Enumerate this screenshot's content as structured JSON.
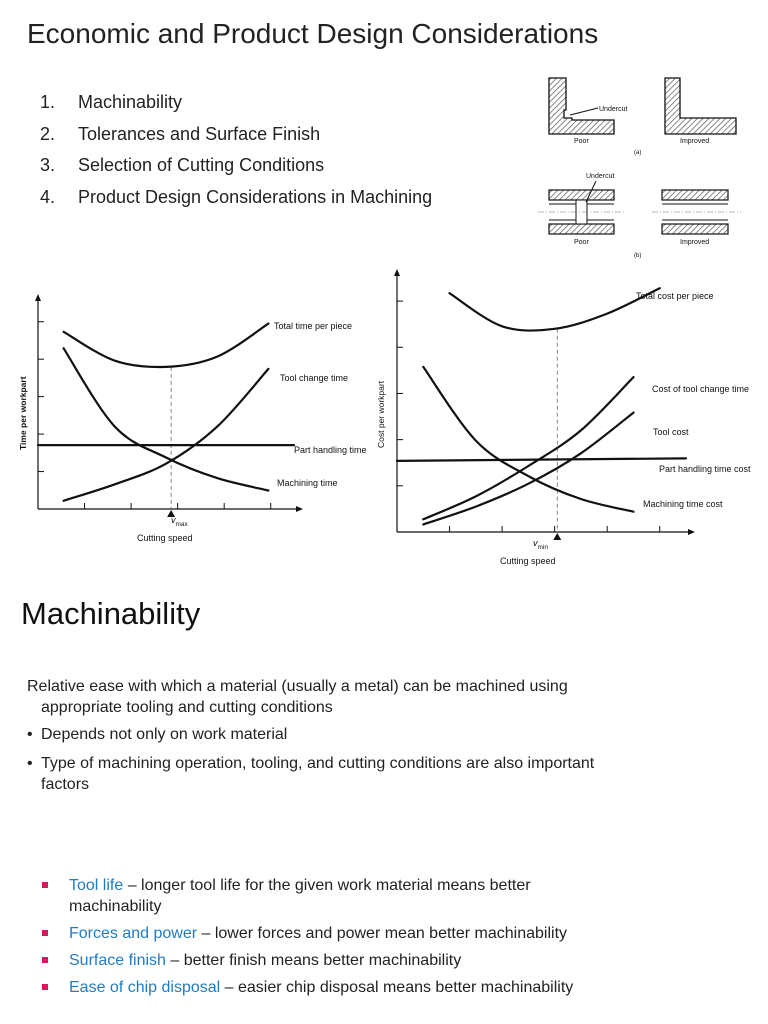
{
  "title": "Economic and Product Design Considerations",
  "topics": [
    {
      "num": "1.",
      "text": "Machinability"
    },
    {
      "num": "2.",
      "text": "Tolerances and Surface Finish"
    },
    {
      "num": "3.",
      "text": "Selection of Cutting Conditions"
    },
    {
      "num": "4.",
      "text": "Product Design Considerations in Machining"
    }
  ],
  "design_figure": {
    "undercut_label": "Undercut",
    "poor_label": "Poor",
    "improved_label": "Improved",
    "part_a_label": "(a)",
    "part_b_label": "(b)"
  },
  "chart_data": [
    {
      "type": "line",
      "ylabel": "Time per workpart",
      "xlabel": "Cutting speed",
      "optimum_label_main": "v",
      "optimum_label_sub": "max",
      "series": [
        {
          "name": "Total time per piece",
          "x": [
            1,
            3,
            5,
            7,
            9
          ],
          "y": [
            8.6,
            7.2,
            6.9,
            7.4,
            9.0
          ]
        },
        {
          "name": "Tool change time",
          "x": [
            1,
            3,
            5,
            7,
            9
          ],
          "y": [
            0.4,
            1.2,
            2.2,
            4.0,
            6.8
          ]
        },
        {
          "name": "Part handling time",
          "x": [
            0,
            10
          ],
          "y": [
            3.1,
            3.1
          ]
        },
        {
          "name": "Machining time",
          "x": [
            1,
            3,
            5,
            7,
            9
          ],
          "y": [
            7.8,
            4.0,
            2.5,
            1.5,
            0.9
          ]
        }
      ]
    },
    {
      "type": "line",
      "ylabel": "Cost per workpart",
      "xlabel": "Cutting speed",
      "optimum_label_main": "v",
      "optimum_label_sub": "min",
      "series": [
        {
          "name": "Total cost per piece",
          "x": [
            2,
            4,
            6,
            8,
            10
          ],
          "y": [
            9.4,
            8.1,
            8.0,
            8.6,
            9.6
          ]
        },
        {
          "name": "Cost of tool change time",
          "x": [
            1,
            3,
            5,
            7,
            9
          ],
          "y": [
            0.5,
            1.4,
            2.6,
            4.0,
            6.1
          ]
        },
        {
          "name": "Tool cost",
          "x": [
            1,
            3,
            5,
            7,
            9
          ],
          "y": [
            0.3,
            1.0,
            1.9,
            3.1,
            4.7
          ]
        },
        {
          "name": "Part handling time cost",
          "x": [
            0,
            11
          ],
          "y": [
            2.8,
            2.9
          ]
        },
        {
          "name": "Machining time cost",
          "x": [
            1,
            3,
            5,
            7,
            9
          ],
          "y": [
            6.5,
            3.6,
            2.2,
            1.3,
            0.8
          ]
        }
      ]
    }
  ],
  "section": {
    "title": "Machinability",
    "definition_line1": "Relative ease with which a material (usually a metal) can be machined using",
    "definition_line2": "appropriate tooling and cutting conditions",
    "bullets": [
      {
        "line1": "Depends not only on work material",
        "line2": ""
      },
      {
        "line1": "Type of machining operation, tooling, and cutting conditions are also important",
        "line2": "factors"
      }
    ],
    "criteria": [
      {
        "term": "Tool life",
        "rest": " – longer tool life for the given work material means better",
        "rest2": "machinability"
      },
      {
        "term": "Forces and power",
        "rest": " – lower forces and power mean better machinability",
        "rest2": ""
      },
      {
        "term": "Surface finish",
        "rest": " – better finish means better machinability",
        "rest2": ""
      },
      {
        "term": "Ease of chip disposal",
        "rest": " – easier chip disposal means better machinability",
        "rest2": ""
      }
    ]
  }
}
